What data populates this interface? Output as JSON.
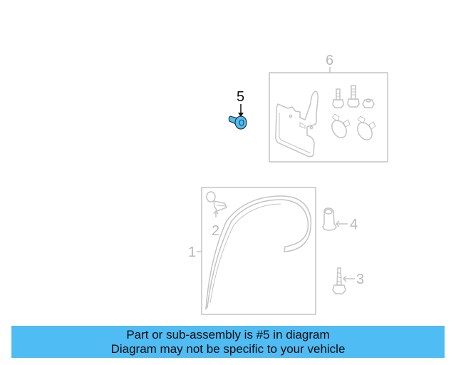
{
  "diagram": {
    "callouts": [
      {
        "id": "1",
        "label": "1",
        "description": "Fender flare / wheel opening molding"
      },
      {
        "id": "2",
        "label": "2",
        "description": "Push clip"
      },
      {
        "id": "3",
        "label": "3",
        "description": "Screw"
      },
      {
        "id": "4",
        "label": "4",
        "description": "Nut / retainer"
      },
      {
        "id": "5",
        "label": "5",
        "description": "Highlighted part (bolt/retainer)"
      },
      {
        "id": "6",
        "label": "6",
        "description": "Mud flap kit"
      }
    ],
    "highlighted_part": "5",
    "colors": {
      "highlight": "#4fbcf4",
      "line_gray": "#bdbdbd",
      "active_text": "#111111",
      "banner_bg": "#4fbcf4"
    }
  },
  "banner": {
    "line1": "Part or sub-assembly is #5 in diagram",
    "line2": "Diagram may not be specific to your vehicle"
  }
}
